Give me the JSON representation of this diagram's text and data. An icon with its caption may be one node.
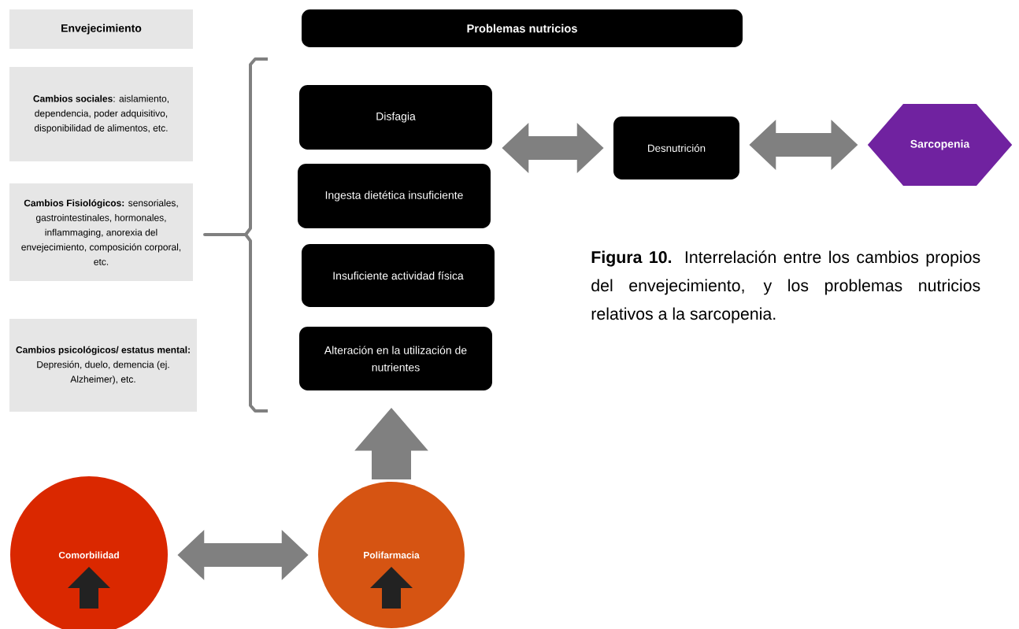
{
  "diagram": {
    "caption": "**Figura 10.** Interrelación entre los cambios propios del envejecimiento, y los problemas nutricios relativos a la sarcopenia.",
    "nodes": [
      {
        "text": [
          "Envejecimiento"
        ]
      },
      {
        "text": [
          "**Cambios sociales**: aislamiento, dependencia, poder adquisitivo, disponibilidad de alimentos, etc."
        ]
      },
      {
        "text": [
          "**Cambios Fisiológicos:** sensoriales, gastrointestinales, hormonales, inflammaging, anorexia del envejecimiento, composición corporal, etc."
        ]
      },
      {
        "text": [
          "**Cambios psicológicos/ estatus mental:** Depresión, duelo, demencia (ej. Alzheimer), etc."
        ]
      },
      {
        "text": [
          "Problemas nutricios"
        ]
      },
      {
        "text": [
          "Disfagia"
        ]
      },
      {
        "text": [
          "Ingesta dietética insuficiente"
        ]
      },
      {
        "text": [
          "Insuficiente actividad física"
        ]
      },
      {
        "text": [
          "Alteración en la utilización de nutrientes"
        ]
      },
      {
        "text": [
          "Desnutrición"
        ]
      },
      {
        "text": [
          "Sarcopenia"
        ]
      },
      {
        "text": [
          "Comorbilidad"
        ]
      },
      {
        "text": [
          "Polifarmacia"
        ]
      }
    ],
    "edges": [
      {
        "from": 5,
        "to": 9,
        "arrow": "both"
      },
      {
        "from": 9,
        "to": 10,
        "arrow": "both"
      },
      {
        "from": 11,
        "to": 12,
        "arrow": "both"
      },
      {
        "from": 12,
        "to": 8,
        "arrow": "to"
      }
    ]
  }
}
